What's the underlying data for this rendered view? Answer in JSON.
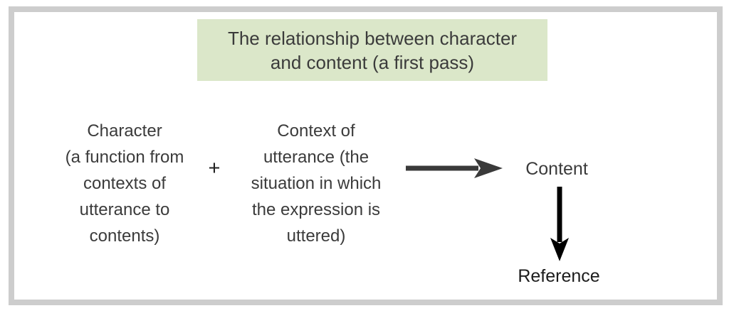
{
  "colors": {
    "frame-border": "#cdcdcd",
    "title-bg": "#dbe7c9",
    "text": "#3b3b3b",
    "arrow-right": "#3a3a3a",
    "arrow-down": "#000000"
  },
  "title": {
    "text": "The relationship between character\nand content (a first pass)"
  },
  "nodes": {
    "character": "Character\n(a function from\ncontexts of\nutterance to\ncontents)",
    "plus": "+",
    "context": "Context of\nutterance (the\nsituation in which\nthe expression is\nuttered)",
    "content": "Content",
    "reference": "Reference"
  }
}
